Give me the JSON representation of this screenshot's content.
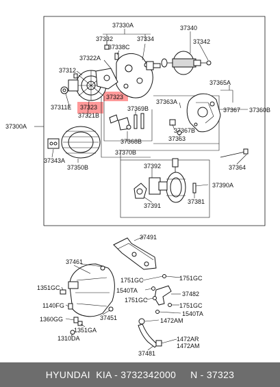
{
  "labels": {
    "l37330A": "37330A",
    "l37340": "37340",
    "l37332": "37332",
    "l37334": "37334",
    "l37338C": "37338C",
    "l37342": "37342",
    "l37322A": "37322A",
    "l37312": "37312",
    "l37323a": "37323",
    "l37323b": "37323",
    "l37311E": "37311E",
    "l37321B": "37321B",
    "l37365A": "37365A",
    "l37367": "37367",
    "l37360B": "37360B",
    "l37363A": "37363A",
    "l37369B": "37369B",
    "l37367B": "37367B",
    "l37363": "37363",
    "l37368B": "37368B",
    "l37370B": "37370B",
    "l37300A": "37300A",
    "l37343A": "37343A",
    "l37350B": "37350B",
    "l37392": "37392",
    "l37391": "37391",
    "l37381": "37381",
    "l37390A": "37390A",
    "l37364": "37364",
    "l37491": "37491",
    "l37461": "37461",
    "l1351GC": "1351GC",
    "l1140FG": "1140FG",
    "l1360GG": "1360GG",
    "l1351GA": "1351GA",
    "l1310DA": "1310DA",
    "l37451": "37451",
    "l1751GCa": "1751GC",
    "l1751GCb": "1751GC",
    "l1540TAa": "1540TA",
    "l37482": "37482",
    "l1751GCc": "1751GC",
    "l1751GCd": "1751GC",
    "l1540TAb": "1540TA",
    "l1472AMa": "1472AM",
    "l1472AR": "1472AR",
    "l1472AMb": "1472AM",
    "l37481": "37481"
  },
  "footer": {
    "text": "HYUNDAI  KIA - 3732342000     N - 37323"
  },
  "colors": {
    "highlight": "#ff4646",
    "footer_bg": "#6d6d6d"
  }
}
